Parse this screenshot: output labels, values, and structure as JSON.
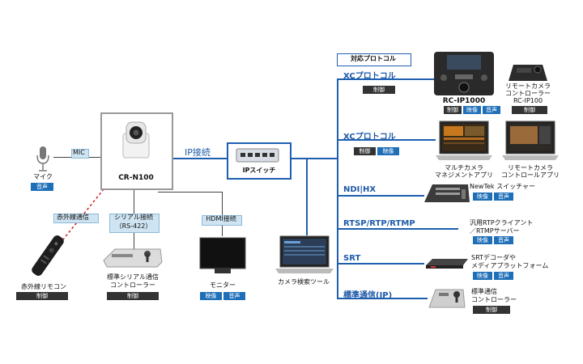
{
  "header": {
    "protocol_title": "対応プロトコル"
  },
  "camera": {
    "model": "CR-N100"
  },
  "ip_connection": {
    "label": "IP接続"
  },
  "switch": {
    "label": "IPスイッチ"
  },
  "mic": {
    "connection_label": "MIC",
    "device_label": "マイク",
    "tags": [
      "音声"
    ]
  },
  "remote": {
    "connection_label": "赤外線通信",
    "device_label": "赤外線リモコン",
    "tags": [
      "制御"
    ]
  },
  "serial": {
    "connection_label": "シリアル接続",
    "connection_sub": "（RS-422）",
    "device_line1": "標準シリアル通信",
    "device_line2": "コントローラー",
    "tags": [
      "制御"
    ]
  },
  "hdmi": {
    "connection_label": "HDMI接続",
    "device_label": "モニター",
    "tags": [
      "映像",
      "音声"
    ]
  },
  "camera_search": {
    "label": "カメラ検索ツール"
  },
  "protocols": [
    {
      "name": "XCプロトコル",
      "tags": [
        "制御"
      ]
    },
    {
      "name": "XCプロトコル",
      "tags": [
        "制御",
        "映像"
      ]
    },
    {
      "name": "NDI|HX"
    },
    {
      "name": "RTSP/RTP/RTMP"
    },
    {
      "name": "SRT"
    },
    {
      "name": "標準通信(IP)"
    }
  ],
  "devices": {
    "rc_ip1000": {
      "name": "RC-IP1000",
      "tags": [
        "制御",
        "映像",
        "音声"
      ]
    },
    "rc_ip100": {
      "line1": "リモートカメラ",
      "line2": "コントローラー",
      "line3": "RC-IP100",
      "tags": [
        "制御"
      ]
    },
    "multi_cam": {
      "line1": "マルチカメラ",
      "line2": "マネジメントアプリ"
    },
    "remote_cam_app": {
      "line1": "リモートカメラ",
      "line2": "コントロールアプリ"
    },
    "newtek": {
      "line1": "NewTek スイッチャー",
      "tags": [
        "映像",
        "音声"
      ]
    },
    "rtp_client": {
      "line1": "汎用RTPクライアント",
      "line2": "／RTMPサーバー",
      "tags": [
        "映像",
        "音声"
      ]
    },
    "srt_decoder": {
      "line1": "SRTデコーダや",
      "line2": "メディアプラットフォーム",
      "tags": [
        "映像",
        "音声"
      ]
    },
    "standard_ctrl": {
      "line1": "標準通信",
      "line2": "コントローラー",
      "tags": [
        "制御"
      ]
    }
  }
}
